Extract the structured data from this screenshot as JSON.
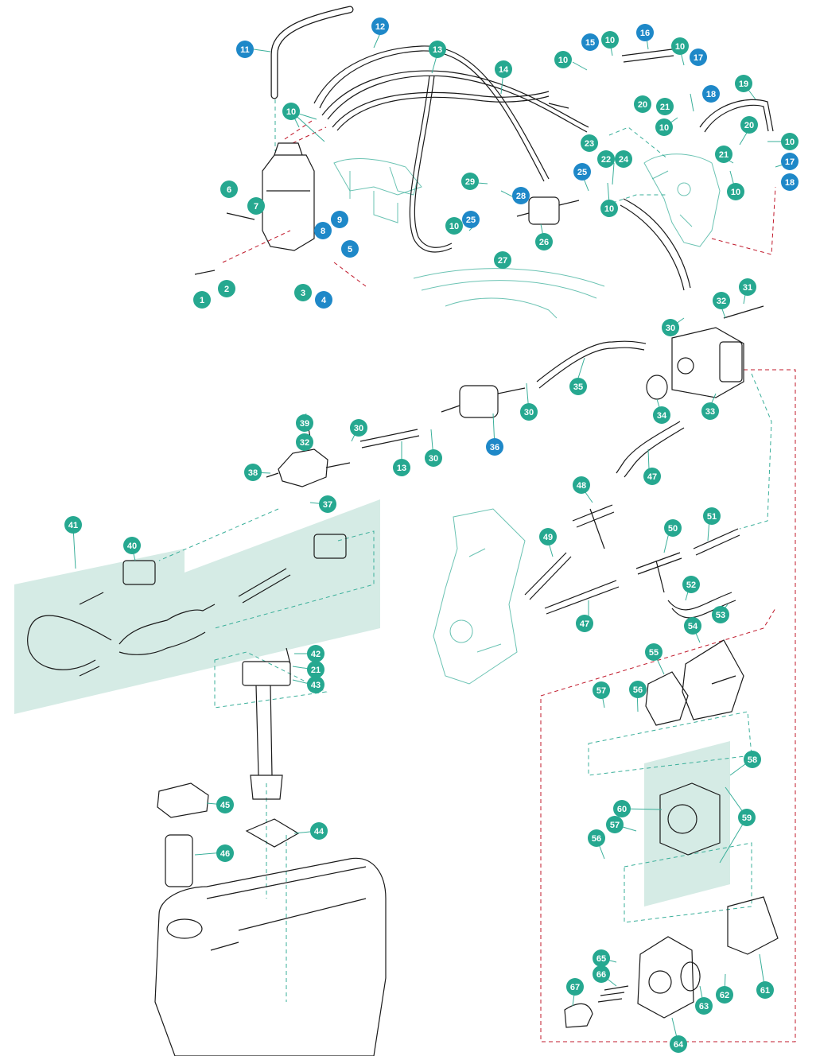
{
  "colors": {
    "callout_teal": "#26a890",
    "callout_blue": "#1e88c8",
    "shade": "#d5ebe5",
    "ghost_line": "#3aaf9a",
    "assembly_dash": "#c0192b"
  },
  "callouts": [
    {
      "id": "c1",
      "label": "1",
      "color": "teal"
    },
    {
      "id": "c2",
      "label": "2",
      "color": "teal"
    },
    {
      "id": "c3",
      "label": "3",
      "color": "teal"
    },
    {
      "id": "c4",
      "label": "4",
      "color": "blue"
    },
    {
      "id": "c5",
      "label": "5",
      "color": "blue"
    },
    {
      "id": "c6",
      "label": "6",
      "color": "teal"
    },
    {
      "id": "c7",
      "label": "7",
      "color": "teal"
    },
    {
      "id": "c8",
      "label": "8",
      "color": "blue"
    },
    {
      "id": "c9",
      "label": "9",
      "color": "blue"
    },
    {
      "id": "c10a",
      "label": "10",
      "color": "teal"
    },
    {
      "id": "c11",
      "label": "11",
      "color": "blue"
    },
    {
      "id": "c12",
      "label": "12",
      "color": "blue"
    },
    {
      "id": "c13a",
      "label": "13",
      "color": "teal"
    },
    {
      "id": "c14",
      "label": "14",
      "color": "teal"
    },
    {
      "id": "c10b",
      "label": "10",
      "color": "teal"
    },
    {
      "id": "c15",
      "label": "15",
      "color": "blue"
    },
    {
      "id": "c10c",
      "label": "10",
      "color": "teal"
    },
    {
      "id": "c16",
      "label": "16",
      "color": "blue"
    },
    {
      "id": "c10d",
      "label": "10",
      "color": "teal"
    },
    {
      "id": "c17a",
      "label": "17",
      "color": "blue"
    },
    {
      "id": "c18a",
      "label": "18",
      "color": "blue"
    },
    {
      "id": "c19",
      "label": "19",
      "color": "teal"
    },
    {
      "id": "c20a",
      "label": "20",
      "color": "teal"
    },
    {
      "id": "c21a",
      "label": "21",
      "color": "teal"
    },
    {
      "id": "c10e",
      "label": "10",
      "color": "teal"
    },
    {
      "id": "c20b",
      "label": "20",
      "color": "teal"
    },
    {
      "id": "c21b",
      "label": "21",
      "color": "teal"
    },
    {
      "id": "c10f",
      "label": "10",
      "color": "teal"
    },
    {
      "id": "c17b",
      "label": "17",
      "color": "blue"
    },
    {
      "id": "c18b",
      "label": "18",
      "color": "blue"
    },
    {
      "id": "c10g",
      "label": "10",
      "color": "teal"
    },
    {
      "id": "c23",
      "label": "23",
      "color": "teal"
    },
    {
      "id": "c22",
      "label": "22",
      "color": "teal"
    },
    {
      "id": "c24",
      "label": "24",
      "color": "teal"
    },
    {
      "id": "c25a",
      "label": "25",
      "color": "blue"
    },
    {
      "id": "c10h",
      "label": "10",
      "color": "teal"
    },
    {
      "id": "c29",
      "label": "29",
      "color": "teal"
    },
    {
      "id": "c28",
      "label": "28",
      "color": "blue"
    },
    {
      "id": "c10i",
      "label": "10",
      "color": "teal"
    },
    {
      "id": "c25b",
      "label": "25",
      "color": "blue"
    },
    {
      "id": "c26",
      "label": "26",
      "color": "teal"
    },
    {
      "id": "c27",
      "label": "27",
      "color": "teal"
    },
    {
      "id": "c31",
      "label": "31",
      "color": "teal"
    },
    {
      "id": "c32a",
      "label": "32",
      "color": "teal"
    },
    {
      "id": "c30a",
      "label": "30",
      "color": "teal"
    },
    {
      "id": "c33",
      "label": "33",
      "color": "teal"
    },
    {
      "id": "c34",
      "label": "34",
      "color": "teal"
    },
    {
      "id": "c35",
      "label": "35",
      "color": "teal"
    },
    {
      "id": "c30b",
      "label": "30",
      "color": "teal"
    },
    {
      "id": "c36",
      "label": "36",
      "color": "blue"
    },
    {
      "id": "c30c",
      "label": "30",
      "color": "teal"
    },
    {
      "id": "c30d",
      "label": "30",
      "color": "teal"
    },
    {
      "id": "c13b",
      "label": "13",
      "color": "teal"
    },
    {
      "id": "c39",
      "label": "39",
      "color": "teal"
    },
    {
      "id": "c32b",
      "label": "32",
      "color": "teal"
    },
    {
      "id": "c38",
      "label": "38",
      "color": "teal"
    },
    {
      "id": "c37",
      "label": "37",
      "color": "teal"
    },
    {
      "id": "c47a",
      "label": "47",
      "color": "teal"
    },
    {
      "id": "c48",
      "label": "48",
      "color": "teal"
    },
    {
      "id": "c49",
      "label": "49",
      "color": "teal"
    },
    {
      "id": "c50",
      "label": "50",
      "color": "teal"
    },
    {
      "id": "c51",
      "label": "51",
      "color": "teal"
    },
    {
      "id": "c47b",
      "label": "47",
      "color": "teal"
    },
    {
      "id": "c52",
      "label": "52",
      "color": "teal"
    },
    {
      "id": "c41",
      "label": "41",
      "color": "teal"
    },
    {
      "id": "c40",
      "label": "40",
      "color": "teal"
    },
    {
      "id": "c42",
      "label": "42",
      "color": "teal"
    },
    {
      "id": "c21c",
      "label": "21",
      "color": "teal"
    },
    {
      "id": "c43",
      "label": "43",
      "color": "teal"
    },
    {
      "id": "c45",
      "label": "45",
      "color": "teal"
    },
    {
      "id": "c44",
      "label": "44",
      "color": "teal"
    },
    {
      "id": "c46",
      "label": "46",
      "color": "teal"
    },
    {
      "id": "c54",
      "label": "54",
      "color": "teal"
    },
    {
      "id": "c53",
      "label": "53",
      "color": "teal"
    },
    {
      "id": "c55",
      "label": "55",
      "color": "teal"
    },
    {
      "id": "c57a",
      "label": "57",
      "color": "teal"
    },
    {
      "id": "c56a",
      "label": "56",
      "color": "teal"
    },
    {
      "id": "c58",
      "label": "58",
      "color": "teal"
    },
    {
      "id": "c60",
      "label": "60",
      "color": "teal"
    },
    {
      "id": "c59",
      "label": "59",
      "color": "teal"
    },
    {
      "id": "c57b",
      "label": "57",
      "color": "teal"
    },
    {
      "id": "c56b",
      "label": "56",
      "color": "teal"
    },
    {
      "id": "c65",
      "label": "65",
      "color": "teal"
    },
    {
      "id": "c66",
      "label": "66",
      "color": "teal"
    },
    {
      "id": "c67",
      "label": "67",
      "color": "teal"
    },
    {
      "id": "c64",
      "label": "64",
      "color": "teal"
    },
    {
      "id": "c63",
      "label": "63",
      "color": "teal"
    },
    {
      "id": "c62",
      "label": "62",
      "color": "teal"
    },
    {
      "id": "c61",
      "label": "61",
      "color": "teal"
    }
  ]
}
